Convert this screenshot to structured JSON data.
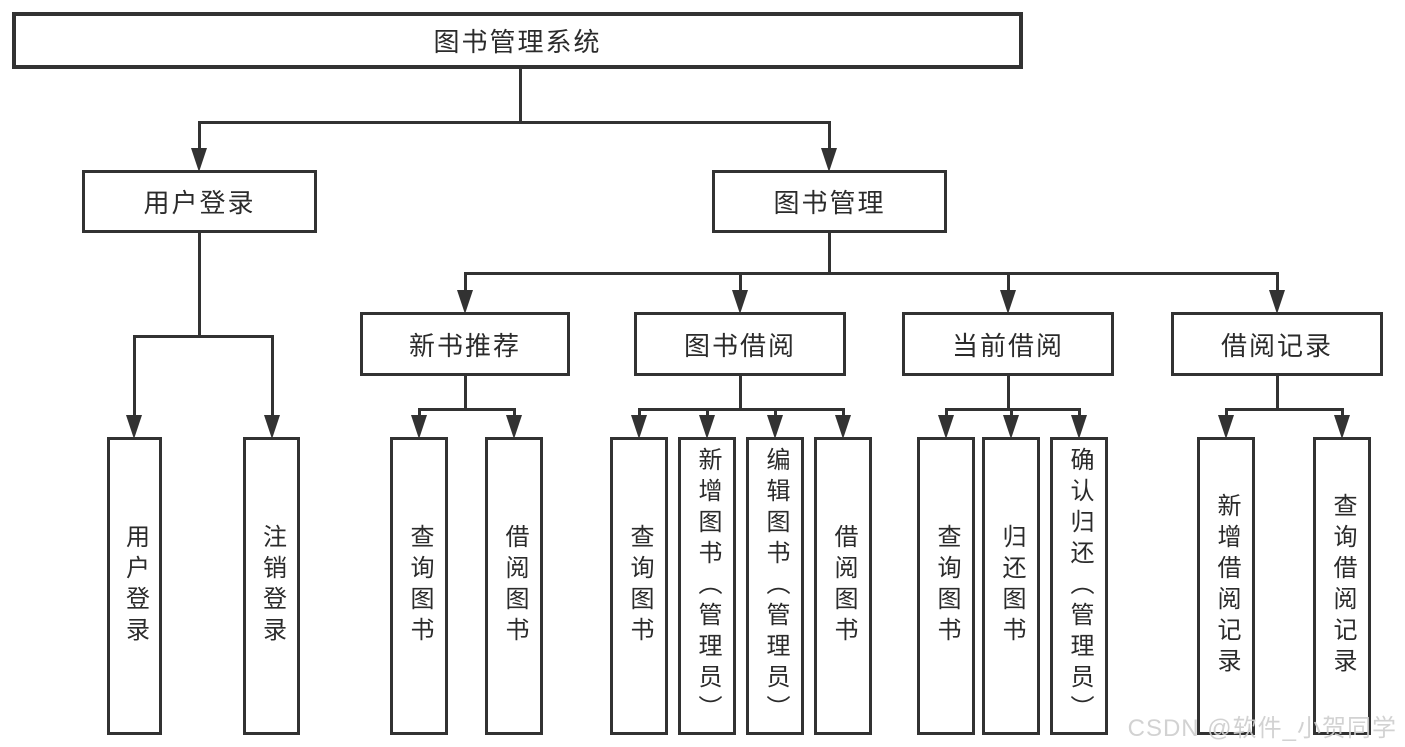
{
  "diagram": {
    "title": "图书管理系统",
    "tree": {
      "label": "图书管理系统",
      "children": [
        {
          "label": "用户登录",
          "children": [
            {
              "label": "用户登录"
            },
            {
              "label": "注销登录"
            }
          ]
        },
        {
          "label": "图书管理",
          "children": [
            {
              "label": "新书推荐",
              "children": [
                {
                  "label": "查询图书"
                },
                {
                  "label": "借阅图书"
                }
              ]
            },
            {
              "label": "图书借阅",
              "children": [
                {
                  "label": "查询图书"
                },
                {
                  "label": "新增图书（管理员）"
                },
                {
                  "label": "编辑图书（管理员）"
                },
                {
                  "label": "借阅图书"
                }
              ]
            },
            {
              "label": "当前借阅",
              "children": [
                {
                  "label": "查询图书"
                },
                {
                  "label": "归还图书"
                },
                {
                  "label": "确认归还（管理员）"
                }
              ]
            },
            {
              "label": "借阅记录",
              "children": [
                {
                  "label": "新增借阅记录"
                },
                {
                  "label": "查询借阅记录"
                }
              ]
            }
          ]
        }
      ]
    },
    "colors": {
      "line": "#323232",
      "text": "#2b2b2b",
      "watermark": "#cfcfcf",
      "background": "#ffffff"
    }
  },
  "watermark": "CSDN @软件_小贺同学"
}
